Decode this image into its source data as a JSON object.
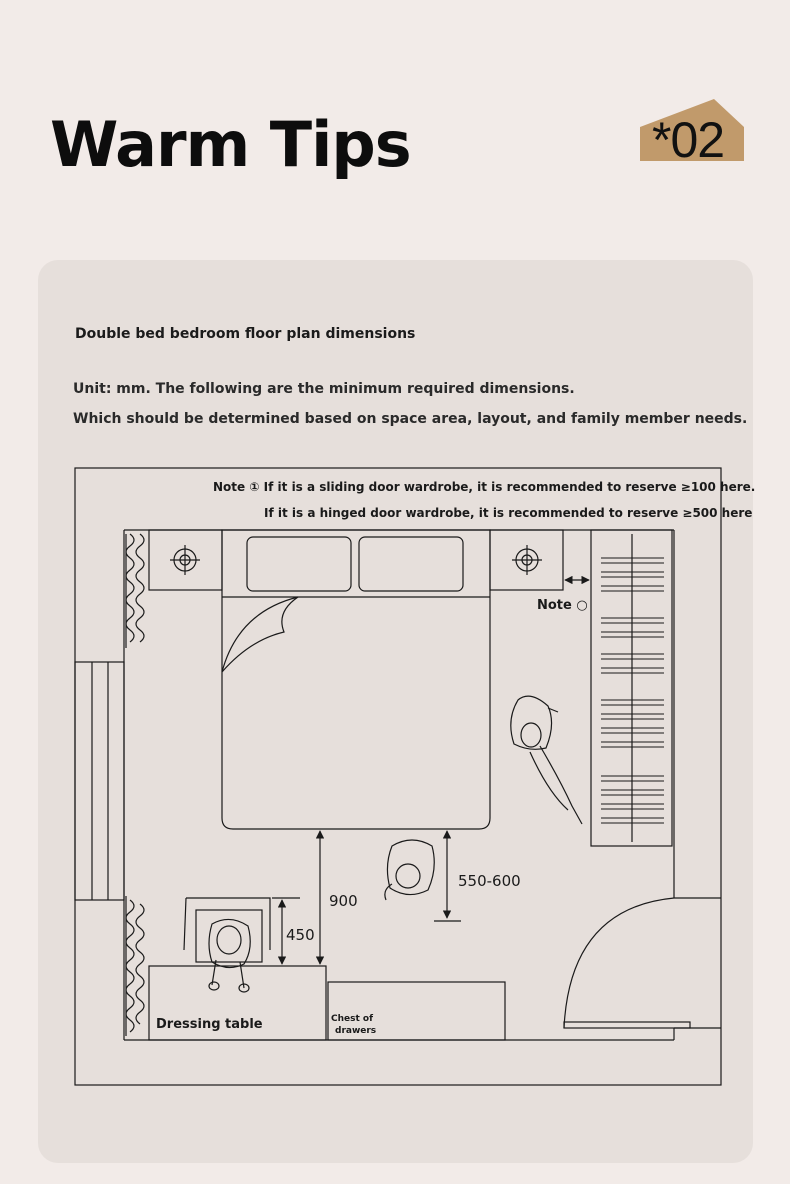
{
  "header": {
    "title": "Warm Tips",
    "badge": "*02",
    "badge_color": "#c19a6b"
  },
  "card": {
    "heading": "Double bed bedroom floor plan dimensions",
    "unit_note": "Unit: mm. The following are the minimum required dimensions.",
    "space_note": "Which should be determined based on space area, layout, and family member needs."
  },
  "floor_plan": {
    "note_sliding": "Note ① If it is a sliding door wardrobe, it is recommended to reserve ≥100 here.",
    "note_hinged": "If it is a hinged door wardrobe, it is recommended to reserve ≥500 here",
    "note_marker": "Note ○",
    "dim_bed_to_dresser": "900",
    "dim_chair": "450",
    "dim_walkway": "550-600",
    "dressing_table": "Dressing table",
    "chest_of_drawers_line1": "Chest of",
    "chest_of_drawers_line2": "drawers"
  }
}
